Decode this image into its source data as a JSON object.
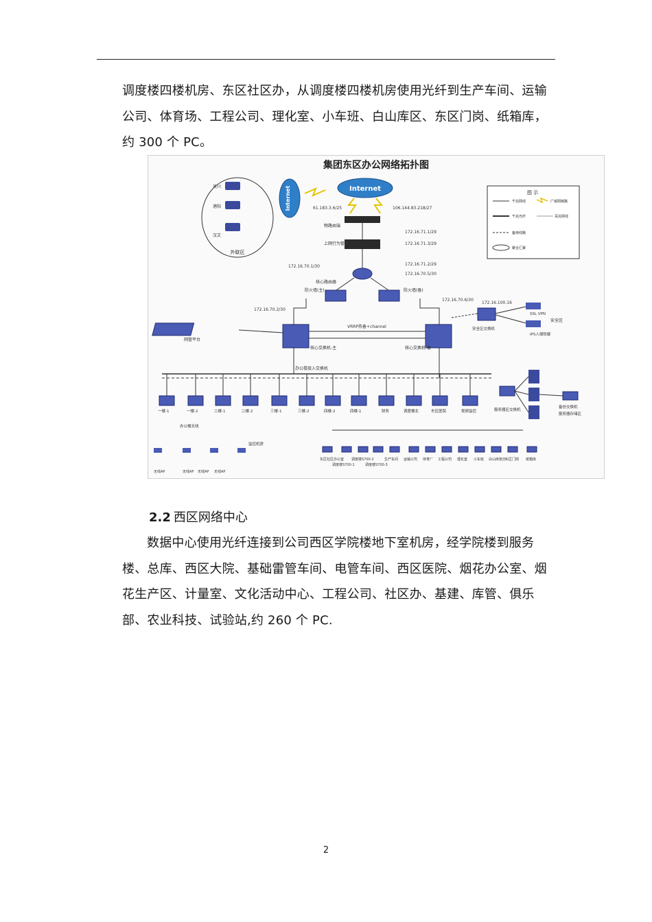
{
  "paragraph_1": "调度楼四楼机房、东区社区办，从调度楼四楼机房使用光纤到生产车间、运输公司、体育场、工程公司、理化室、小车班、白山库区、东区门岗、纸箱库，约 300 个 PC。",
  "figure": {
    "title": "集团东区办公网络拓扑图",
    "internet_label": "Internet",
    "cloud_label": "Internet",
    "external_zone": "外联区",
    "remote_sites": [
      "吴川",
      "港阳",
      "汉文"
    ],
    "legend_title": "图 示",
    "legend_items": [
      "千兆网线",
      "广域网链路",
      "千兆光纤",
      "百兆网线",
      "备用线路",
      "聚合汇聚"
    ],
    "ip_labels": [
      "61.183.3.6/25",
      "106.144.83.218/27",
      "172.16.71.1/29",
      "172.16.71.3/29",
      "172.16.71.2/29",
      "172.16.70.5/30",
      "172.16.70.1/30",
      "172.16.70.2/30",
      "172.16.70.6/30",
      "172.16.100.16"
    ],
    "devices": {
      "gateway": "物路由端",
      "behavior": "上网行为管理",
      "core_router": "核心路由器",
      "firewall_main": "防火墙(主)",
      "firewall_backup": "防火墙(备)",
      "core_switch_main": "核心交换机-主",
      "core_switch_backup": "核心交换机-备",
      "security_switch": "安全区交换机",
      "ssl_vpn": "SSL VPN",
      "ips": "IPS入侵防御",
      "security_zone": "安全区",
      "nms": "网管平台",
      "vrrp": "VRRP热备+channel",
      "access_switch": "办公楼接入交换机",
      "server_switch": "服务器区交换机",
      "storage": "服务器存储区",
      "backup": "备份交换机"
    },
    "floor_switches": [
      "一楼-1",
      "一楼-2",
      "二楼-1",
      "二楼-2",
      "三楼-1",
      "三楼-2",
      "四楼-2",
      "四楼-1",
      "财务",
      "调度楼北",
      "东区医院",
      "视频监控"
    ],
    "sites": [
      "东区社区办公室",
      "调度楼S700-1",
      "调度楼S700-2",
      "调度楼S700-3",
      "生产车间",
      "运输公司",
      "体育厂",
      "工程公司",
      "理化室",
      "小车班",
      "白山库管办",
      "东区门岗",
      "纸箱库"
    ],
    "wireless": [
      "无线AP",
      "无线AP",
      "无线AP",
      "无线AP"
    ],
    "labels_misc": [
      "办公楼无线",
      "监控机房"
    ]
  },
  "section": {
    "number": "2.2",
    "title": "西区网络中心"
  },
  "paragraph_2": "数据中心使用光纤连接到公司西区学院楼地下室机房，经学院楼到服务楼、总库、西区大院、基础雷管车间、电管车间、西区医院、烟花办公室、烟花生产区、计量室、文化活动中心、工程公司、社区办、基建、库管、俱乐部、农业科技、试验站,约 260 个 PC.",
  "page_number": "2"
}
